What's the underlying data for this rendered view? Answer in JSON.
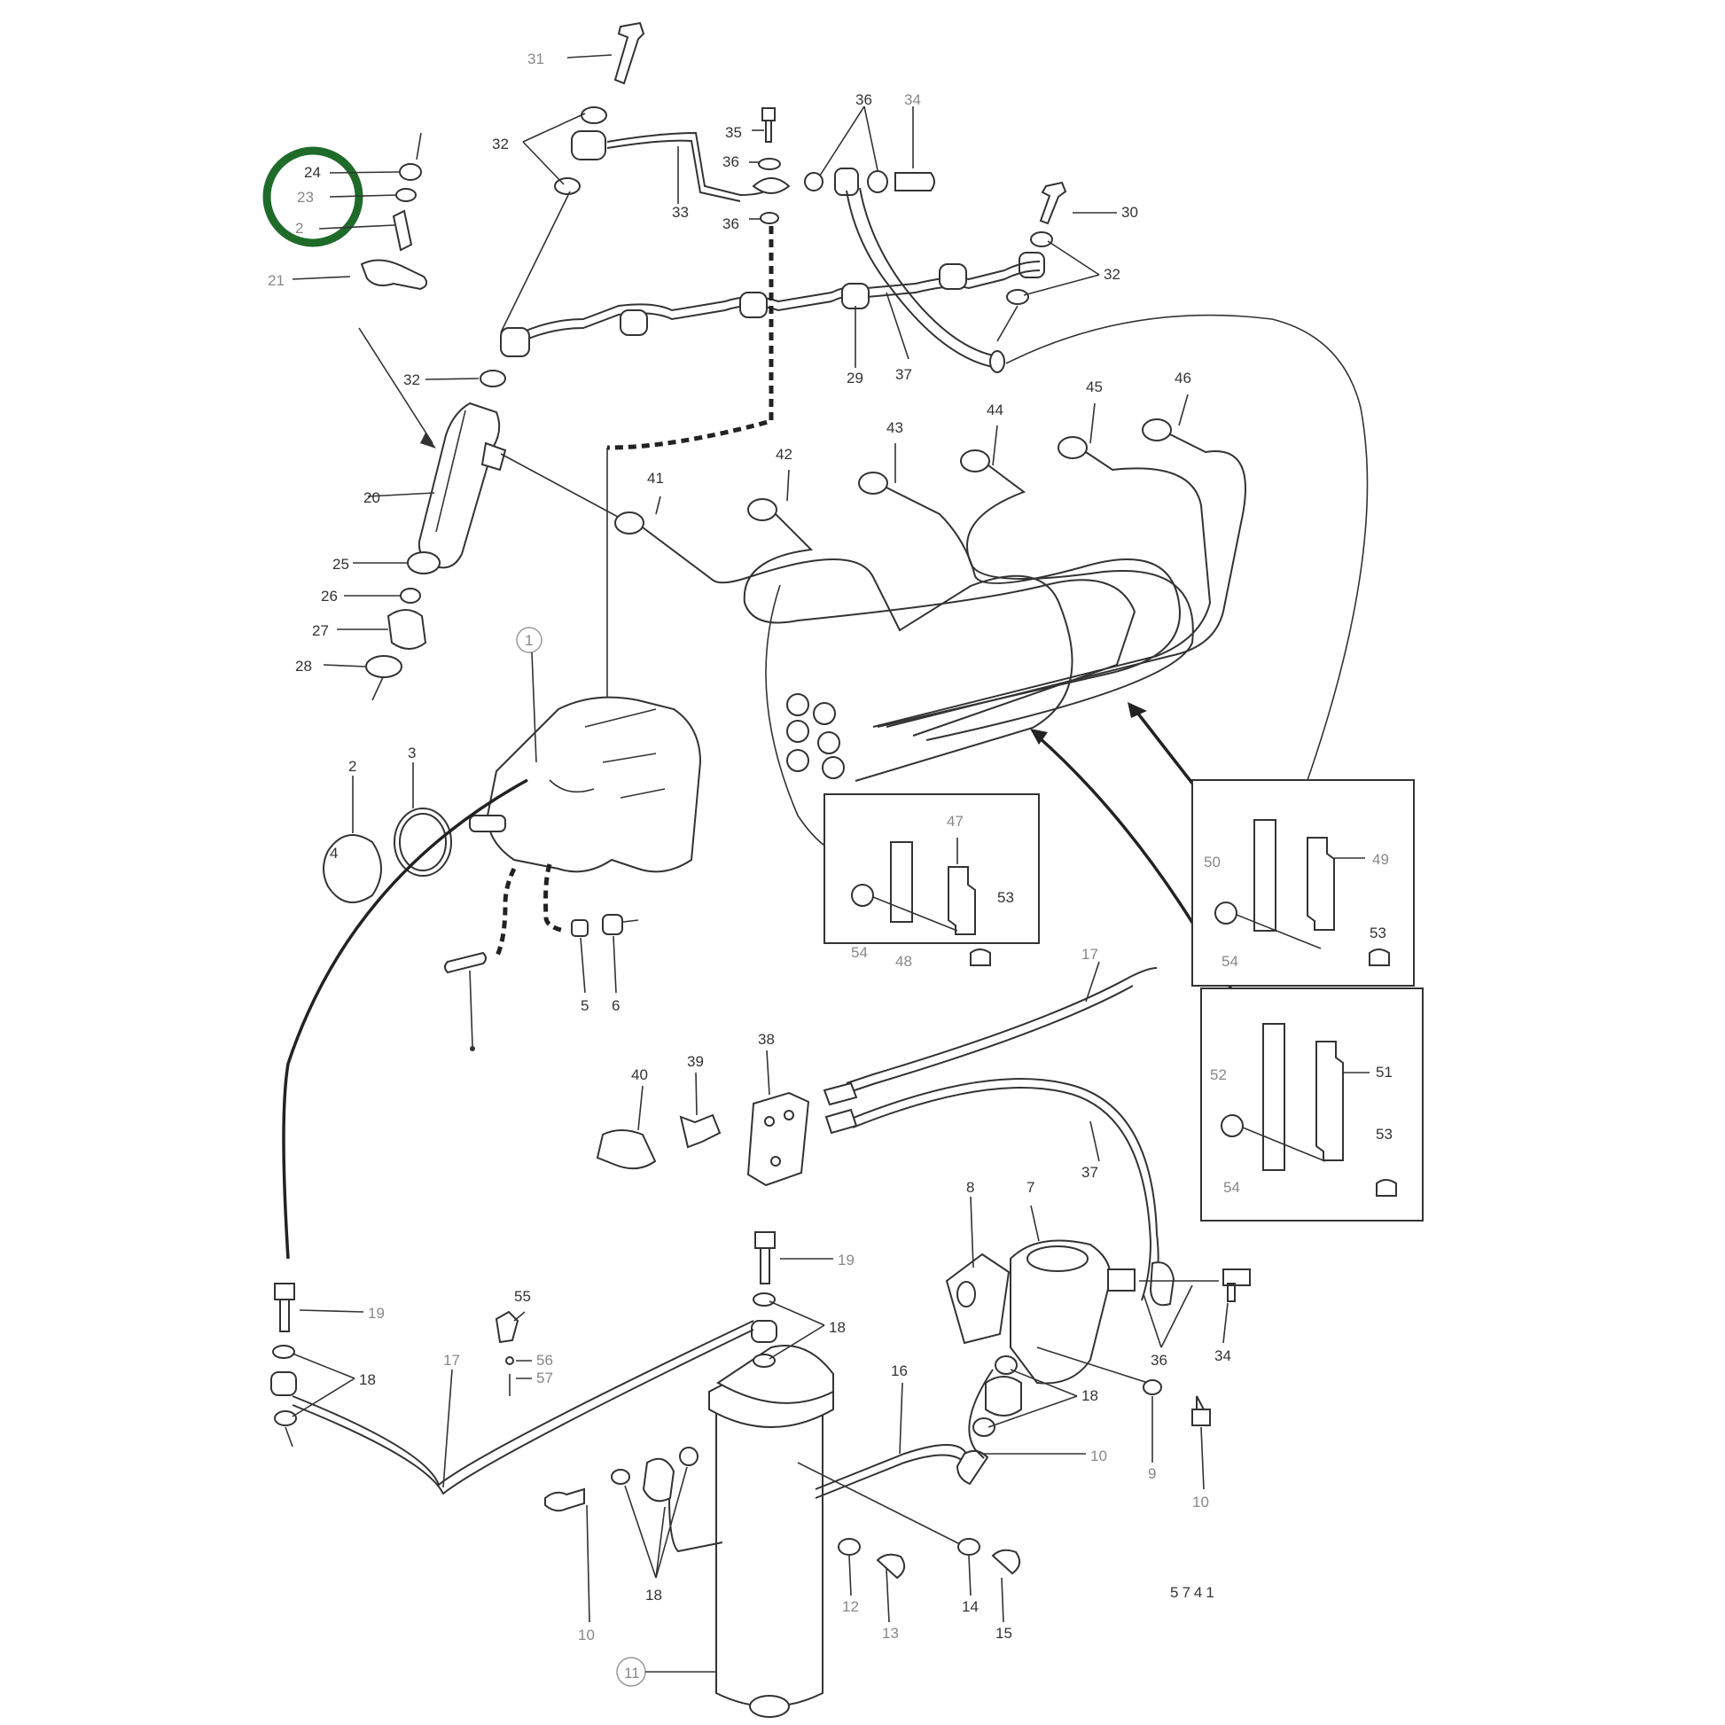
{
  "highlight_color": "#1e6b2a",
  "drawing_number": "5741",
  "labels": [
    {
      "id": "31a",
      "text": "31"
    },
    {
      "id": "32a",
      "text": "32"
    },
    {
      "id": "33",
      "text": "33"
    },
    {
      "id": "35",
      "text": "35"
    },
    {
      "id": "36a",
      "text": "36"
    },
    {
      "id": "36b",
      "text": "36"
    },
    {
      "id": "36c",
      "text": "36"
    },
    {
      "id": "34a",
      "text": "34"
    },
    {
      "id": "30",
      "text": "30"
    },
    {
      "id": "32b",
      "text": "32"
    },
    {
      "id": "24",
      "text": "24"
    },
    {
      "id": "23",
      "text": "23"
    },
    {
      "id": "22",
      "text": "2"
    },
    {
      "id": "21",
      "text": "21"
    },
    {
      "id": "32c",
      "text": "32"
    },
    {
      "id": "29",
      "text": "29"
    },
    {
      "id": "37a",
      "text": "37"
    },
    {
      "id": "20",
      "text": "20"
    },
    {
      "id": "25",
      "text": "25"
    },
    {
      "id": "26",
      "text": "26"
    },
    {
      "id": "27",
      "text": "27"
    },
    {
      "id": "28",
      "text": "28"
    },
    {
      "id": "1",
      "text": "1"
    },
    {
      "id": "2",
      "text": "2"
    },
    {
      "id": "3",
      "text": "3"
    },
    {
      "id": "4",
      "text": "4"
    },
    {
      "id": "5",
      "text": "5"
    },
    {
      "id": "6",
      "text": "6"
    },
    {
      "id": "41",
      "text": "41"
    },
    {
      "id": "42",
      "text": "42"
    },
    {
      "id": "43",
      "text": "43"
    },
    {
      "id": "44",
      "text": "44"
    },
    {
      "id": "45",
      "text": "45"
    },
    {
      "id": "46",
      "text": "46"
    },
    {
      "id": "47",
      "text": "47"
    },
    {
      "id": "48",
      "text": "48"
    },
    {
      "id": "53a",
      "text": "53"
    },
    {
      "id": "54a",
      "text": "54"
    },
    {
      "id": "50",
      "text": "50"
    },
    {
      "id": "49",
      "text": "49"
    },
    {
      "id": "53b",
      "text": "53"
    },
    {
      "id": "54b",
      "text": "54"
    },
    {
      "id": "52",
      "text": "52"
    },
    {
      "id": "51",
      "text": "51"
    },
    {
      "id": "53c",
      "text": "53"
    },
    {
      "id": "54c",
      "text": "54"
    },
    {
      "id": "17a",
      "text": "17"
    },
    {
      "id": "38",
      "text": "38"
    },
    {
      "id": "39",
      "text": "39"
    },
    {
      "id": "40",
      "text": "40"
    },
    {
      "id": "37b",
      "text": "37"
    },
    {
      "id": "8",
      "text": "8"
    },
    {
      "id": "7",
      "text": "7"
    },
    {
      "id": "36d",
      "text": "36"
    },
    {
      "id": "34b",
      "text": "34"
    },
    {
      "id": "19a",
      "text": "19"
    },
    {
      "id": "19b",
      "text": "19"
    },
    {
      "id": "18a",
      "text": "18"
    },
    {
      "id": "18b",
      "text": "18"
    },
    {
      "id": "18c",
      "text": "18"
    },
    {
      "id": "18d",
      "text": "18"
    },
    {
      "id": "55",
      "text": "55"
    },
    {
      "id": "56",
      "text": "56"
    },
    {
      "id": "57",
      "text": "57"
    },
    {
      "id": "17b",
      "text": "17"
    },
    {
      "id": "16",
      "text": "16"
    },
    {
      "id": "10a",
      "text": "10"
    },
    {
      "id": "9",
      "text": "9"
    },
    {
      "id": "10b",
      "text": "10"
    },
    {
      "id": "10c",
      "text": "10"
    },
    {
      "id": "11",
      "text": "11"
    },
    {
      "id": "12",
      "text": "12"
    },
    {
      "id": "13",
      "text": "13"
    },
    {
      "id": "14",
      "text": "14"
    },
    {
      "id": "15",
      "text": "15"
    }
  ]
}
